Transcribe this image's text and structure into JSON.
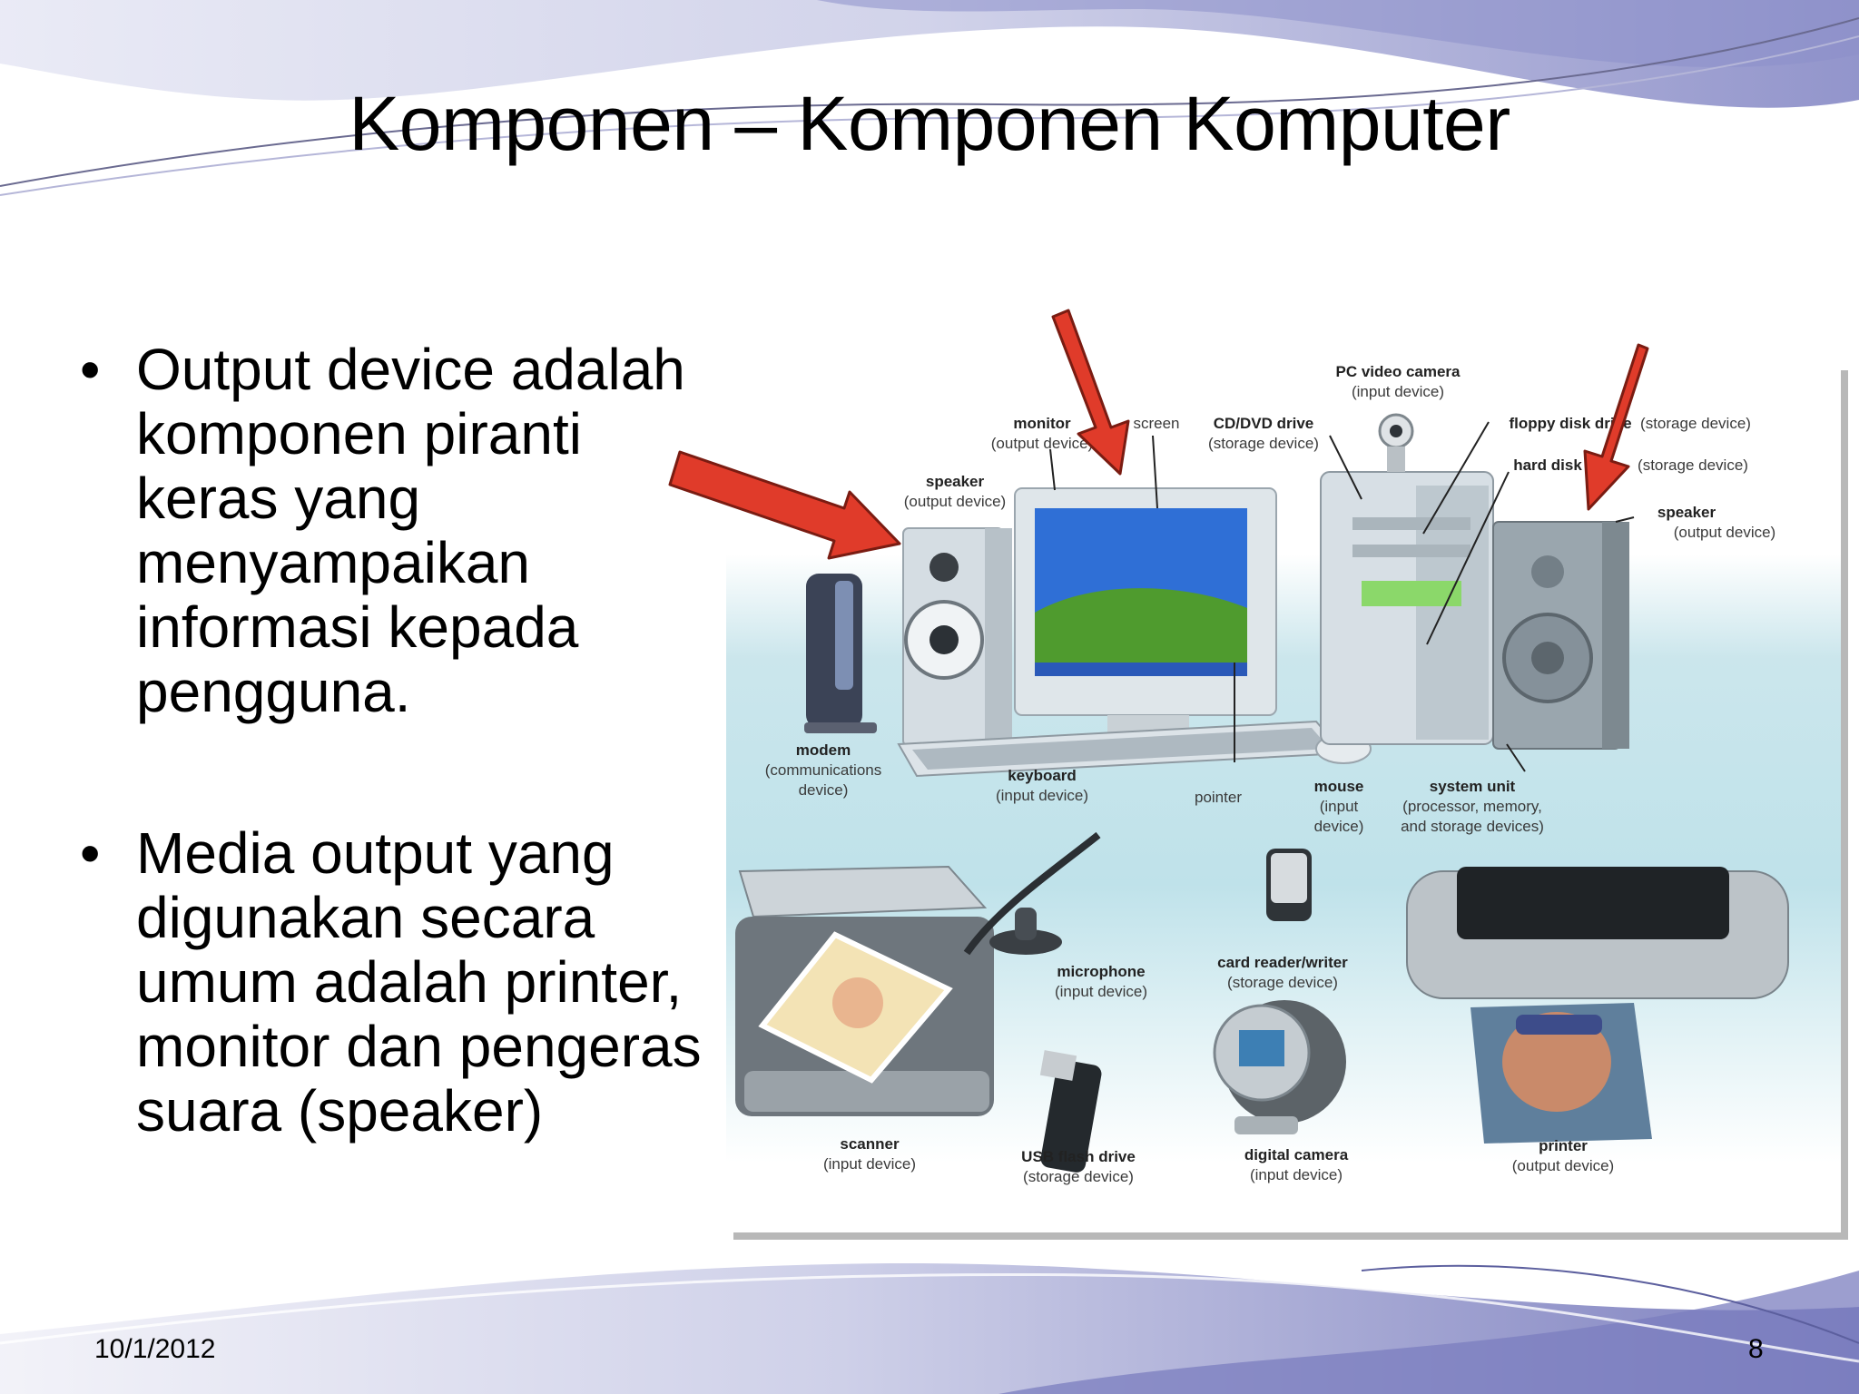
{
  "slide": {
    "title": "Komponen – Komponen Komputer",
    "bullets": [
      {
        "marker": "•",
        "text": "Output device adalah komponen piranti keras yang menyampaikan informasi kepada pengguna."
      },
      {
        "marker": "•",
        "text": "Media output yang digunakan secara umum adalah printer, monitor dan pengeras suara (speaker)"
      }
    ],
    "date": "10/1/2012",
    "page_number": "8"
  },
  "figure": {
    "labels": {
      "pc_video_camera": {
        "name": "PC video camera",
        "type": "(input device)"
      },
      "monitor": {
        "name": "monitor",
        "type": "(output device)"
      },
      "screen": {
        "name": "screen"
      },
      "cd_dvd_drive": {
        "name": "CD/DVD drive",
        "type": "(storage device)"
      },
      "floppy_disk": {
        "name": "floppy disk drive",
        "type": "(storage device)"
      },
      "hard_disk": {
        "name": "hard disk",
        "type": "(storage device)"
      },
      "speaker_left": {
        "name": "speaker",
        "type": "(output device)"
      },
      "speaker_right": {
        "name": "speaker",
        "type": "(output device)"
      },
      "modem": {
        "name": "modem",
        "type_lines": [
          "(communications",
          "device)"
        ]
      },
      "keyboard": {
        "name": "keyboard",
        "type": "(input device)"
      },
      "pointer": {
        "name": "pointer"
      },
      "mouse": {
        "name": "mouse",
        "type_lines": [
          "(input",
          "device)"
        ]
      },
      "system_unit": {
        "name": "system unit",
        "type_lines": [
          "(processor, memory,",
          "and storage devices)"
        ]
      },
      "microphone": {
        "name": "microphone",
        "type": "(input device)"
      },
      "card_reader": {
        "name": "card reader/writer",
        "type": "(storage device)"
      },
      "scanner": {
        "name": "scanner",
        "type": "(input device)"
      },
      "usb_flash": {
        "name": "USB flash drive",
        "type": "(storage device)"
      },
      "digital_camera": {
        "name": "digital camera",
        "type": "(input device)"
      },
      "printer": {
        "name": "printer",
        "type": "(output device)"
      }
    },
    "arrow_color": "#e03b2a"
  },
  "colors": {
    "wave_dark": "#6f72b8",
    "wave_light": "#c9cbe6",
    "figure_bg": "#c2e3ea"
  }
}
